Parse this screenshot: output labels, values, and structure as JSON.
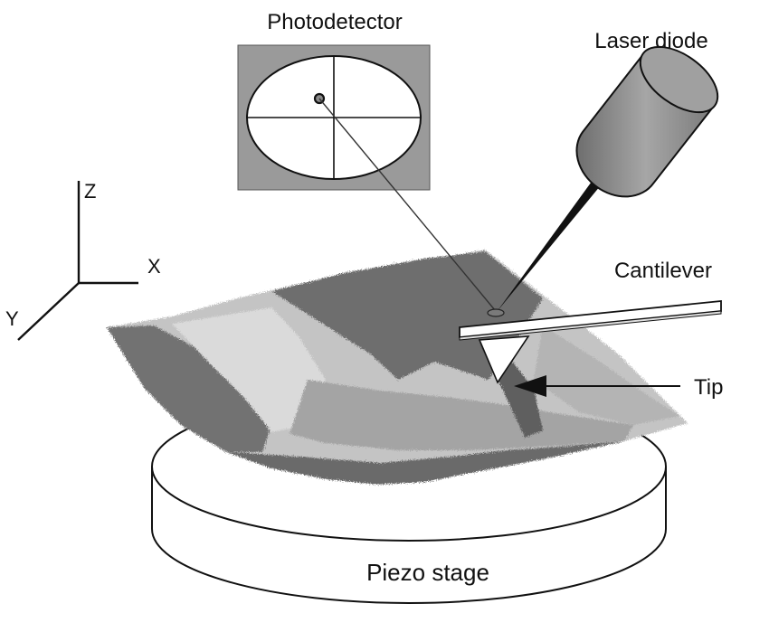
{
  "labels": {
    "photodetector": "Photodetector",
    "laser_diode": "Laser diode",
    "cantilever": "Cantilever",
    "tip": "Tip",
    "piezo_stage": "Piezo stage",
    "axis_x": "X",
    "axis_y": "Y",
    "axis_z": "Z"
  },
  "colors": {
    "line": "#111111",
    "detector_bg": "#9a9a9a",
    "sample_light": "#c4c4c4",
    "sample_mid": "#aaaaaa",
    "sample_dark": "#6a6a6a",
    "laser_body": "#8c8c8c",
    "white": "#ffffff"
  }
}
